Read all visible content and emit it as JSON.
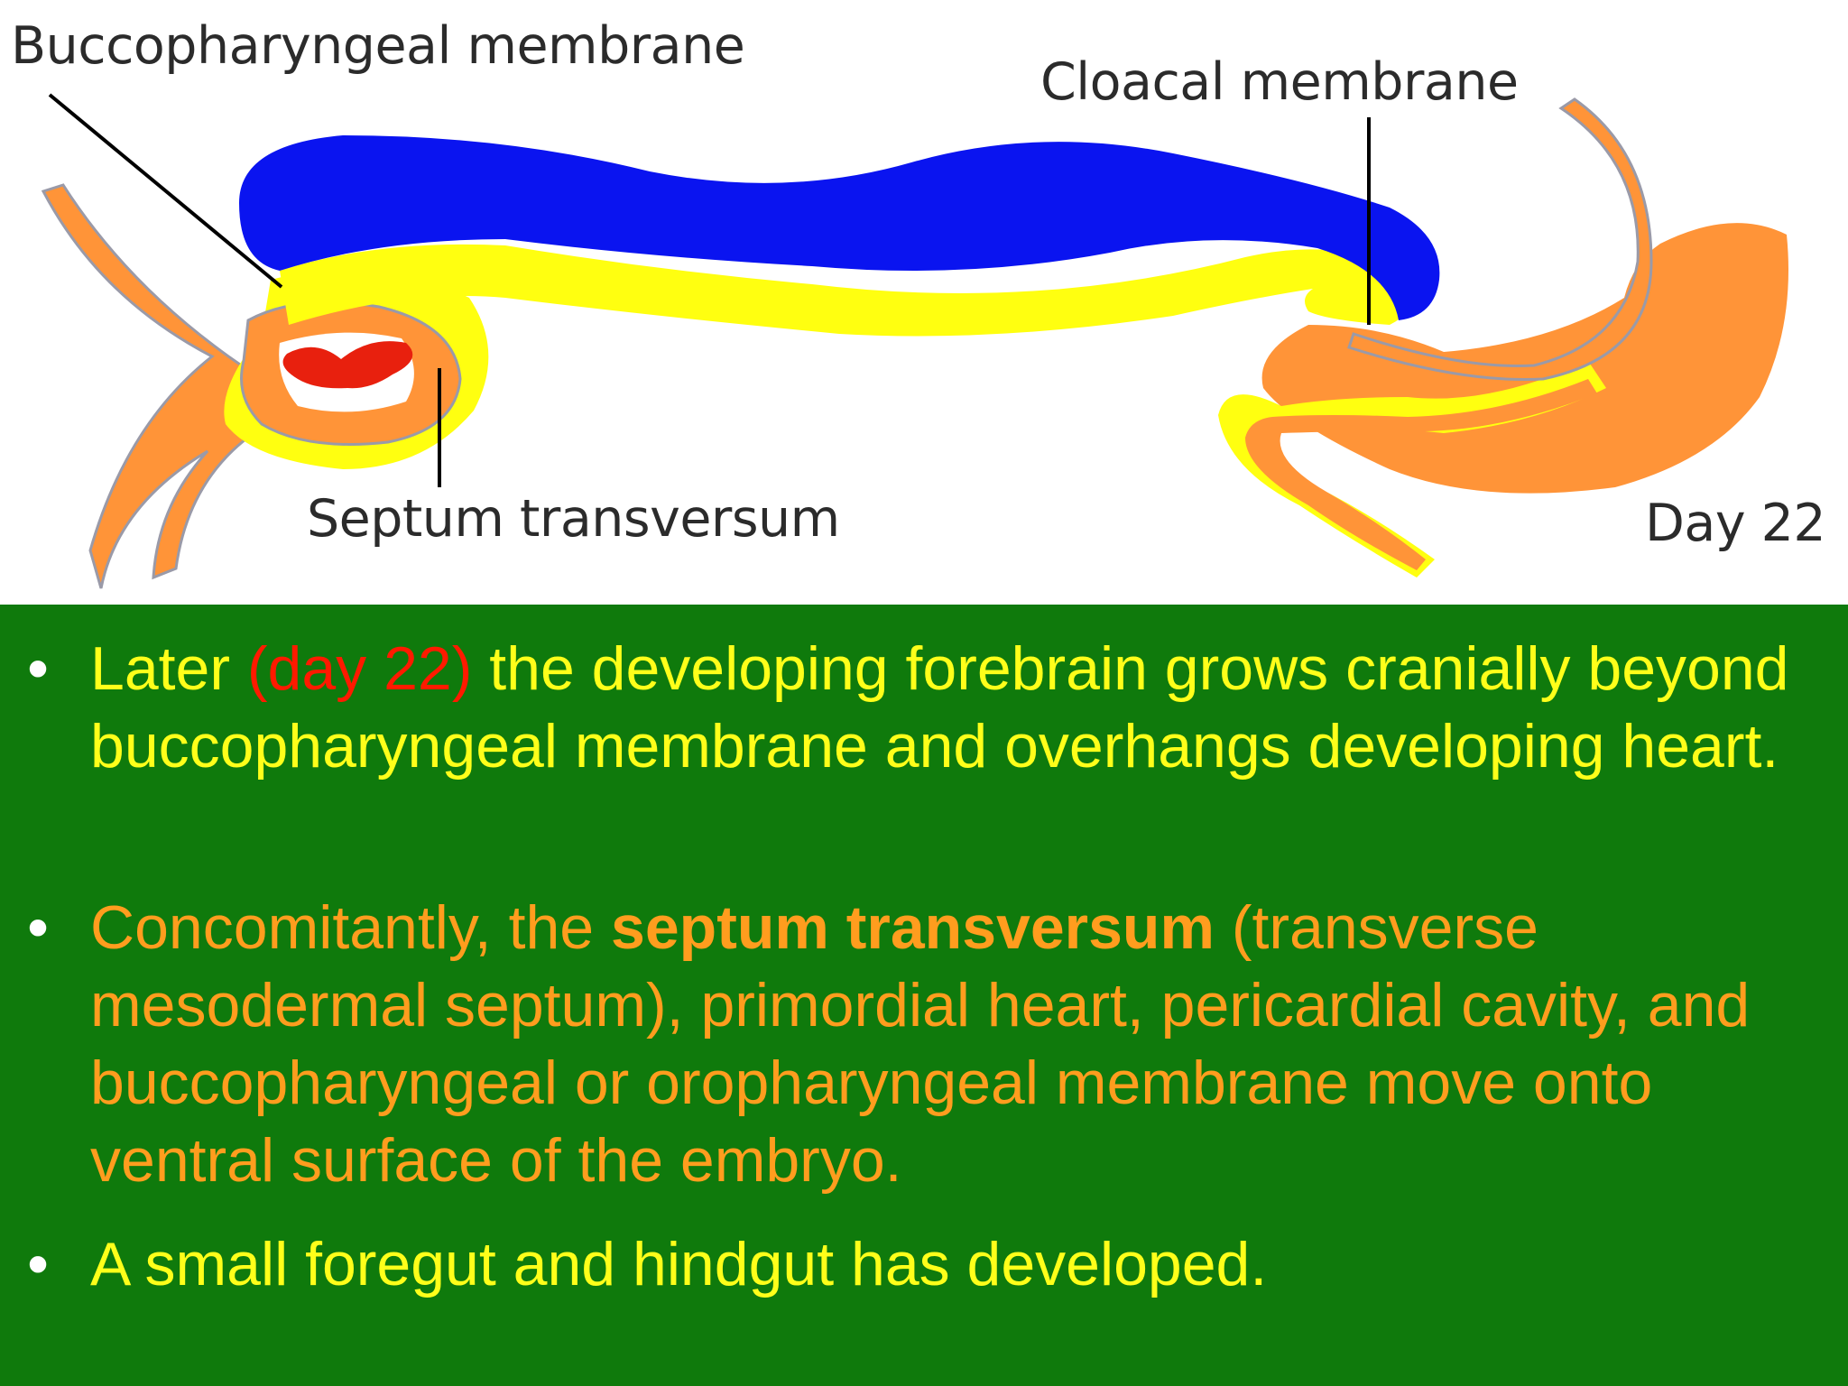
{
  "diagram": {
    "labels": {
      "buccopharyngeal": "Buccopharyngeal membrane",
      "cloacal": "Cloacal membrane",
      "septum": "Septum transversum",
      "day": "Day 22"
    },
    "colors": {
      "neural_tube": "#0a14f0",
      "endoderm": "#ffff10",
      "mesoderm": "#ff9438",
      "heart": "#e8200e",
      "label_line": "#000000"
    }
  },
  "slide": {
    "background": "#0f7a0c",
    "bullet_symbol": "•",
    "bullets": [
      {
        "color": "#ffff1a",
        "segments": [
          {
            "text": "Later ",
            "color": "#ffff1a"
          },
          {
            "text": "(day 22)",
            "color": "#ff1a00"
          },
          {
            "text": " the developing forebrain grows cranially beyond  buccopharyngeal membrane and overhangs developing heart.",
            "color": "#ffff1a"
          }
        ]
      },
      {
        "color": "#ff9d1e",
        "segments": [
          {
            "text": "Concomitantly, the ",
            "color": "#ff9d1e"
          },
          {
            "text": "septum transversum",
            "color": "#ff9d1e",
            "bold": true
          },
          {
            "text": " (transverse mesodermal septum), primordial heart, pericardial cavity, and buccopharyngeal or oropharyngeal membrane move onto ventral surface of the embryo.",
            "color": "#ff9d1e"
          }
        ]
      },
      {
        "color": "#ffff1a",
        "segments": [
          {
            "text": "A small foregut and hindgut has developed.",
            "color": "#ffff1a"
          }
        ]
      }
    ]
  }
}
